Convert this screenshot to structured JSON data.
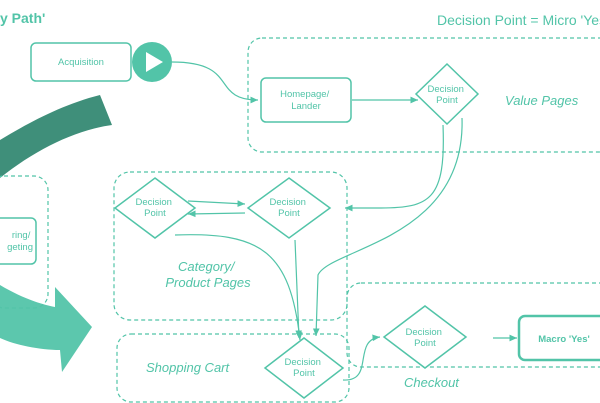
{
  "title": "y Path'",
  "header_note": "Decision Point = Micro 'Yes'",
  "nodes": {
    "acquisition": "Acquisition",
    "homepage": [
      "Homepage/",
      "Lander"
    ],
    "targeting": [
      "ring/",
      "geting"
    ],
    "decision_point": [
      "Decision",
      "Point"
    ],
    "macro_yes": "Macro 'Yes'"
  },
  "groups": {
    "value_pages": "Value Pages",
    "category": [
      "Category/",
      "Product Pages"
    ],
    "shopping_cart": "Shopping Cart",
    "checkout": "Checkout"
  },
  "colors": {
    "accent": "#52c4a8",
    "arrow_dark": "#3f8f7a",
    "arrow_light": "#5cc7ad"
  }
}
